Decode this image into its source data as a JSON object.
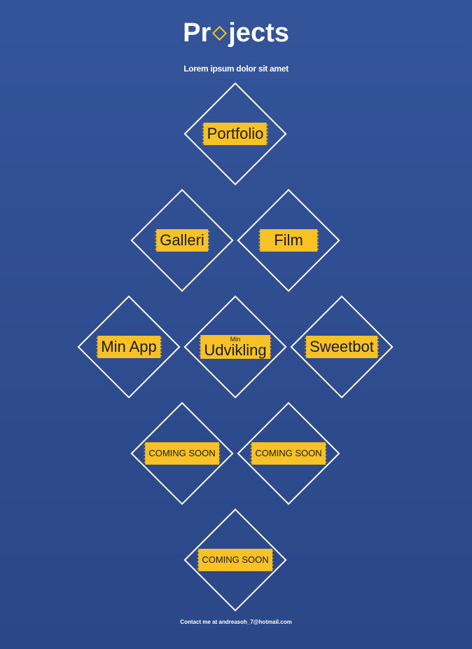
{
  "header": {
    "title_prefix": "Pr",
    "title_suffix": "jects",
    "subtitle": "Lorem ipsum dolor sit amet"
  },
  "projects": [
    {
      "label": "Portfolio"
    },
    {
      "label": "Galleri"
    },
    {
      "label": "Film"
    },
    {
      "label": "Min App"
    },
    {
      "label_small": "Min",
      "label": "Udvikling"
    },
    {
      "label": "Sweetbot"
    },
    {
      "label": "Coming soon"
    },
    {
      "label": "Coming soon"
    },
    {
      "label": "Coming soon"
    }
  ],
  "footer": {
    "contact": "Contact me at andreasoh_7@hotmail.com"
  },
  "colors": {
    "background": "#2f4e90",
    "accent": "#f8c125",
    "frame": "#ffffff"
  }
}
